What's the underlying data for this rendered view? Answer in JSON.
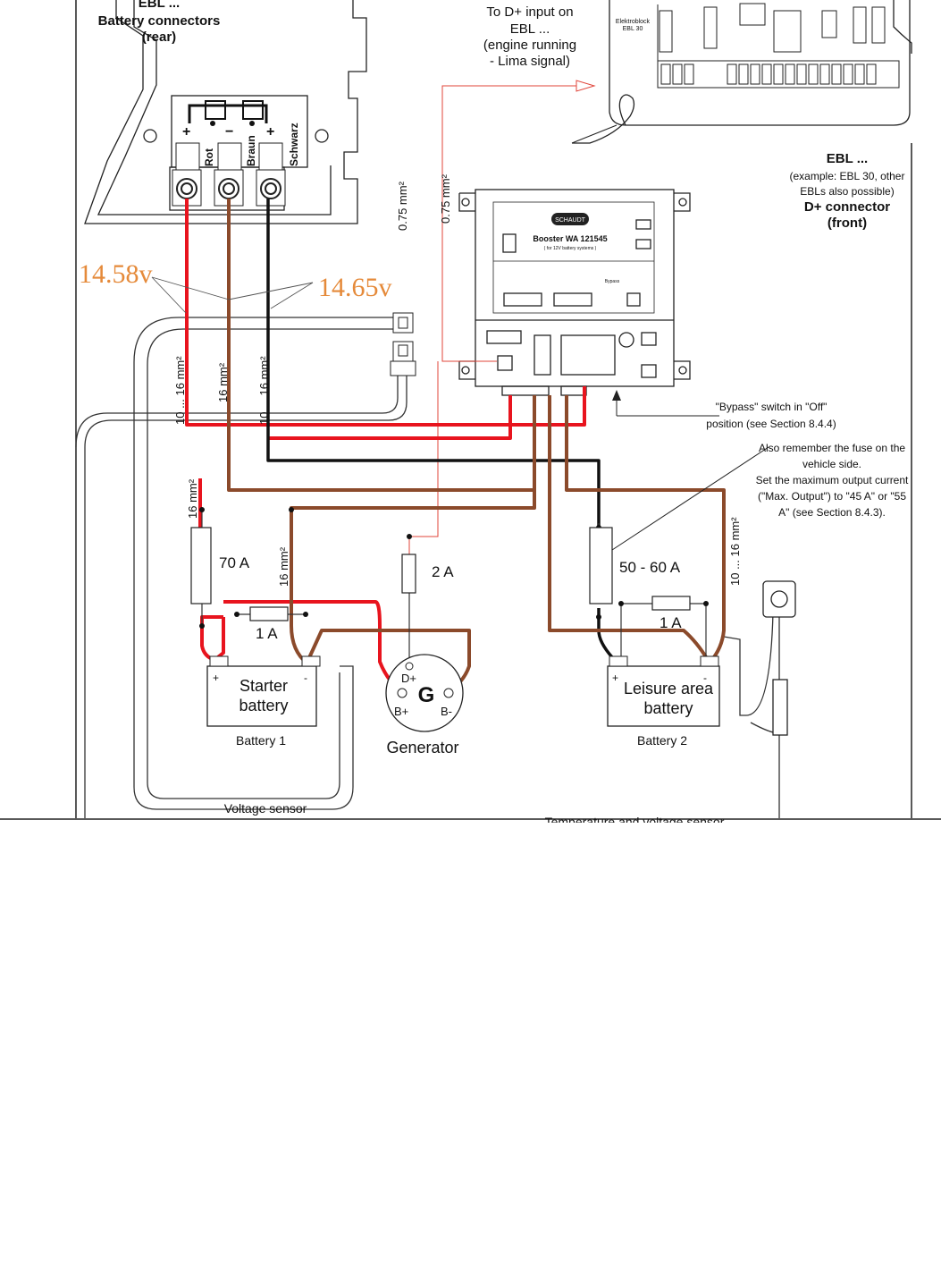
{
  "colors": {
    "red": "#e8141e",
    "brown": "#8b4a2b",
    "black": "#111111",
    "orange": "#e58a3a",
    "thin_red": "#e0443a",
    "gray": "#555555"
  },
  "ebl_rear": {
    "title": "EBL ...",
    "subtitle": "Battery connectors",
    "subtitle2": "(rear)",
    "plus": "+",
    "minus": "−",
    "plus2": "+",
    "rot": "Rot",
    "braun": "Braun",
    "schwarz": "Schwarz"
  },
  "d_plus_note": {
    "line1": "To D+ input on",
    "line2": "EBL ...",
    "line3": "(engine running",
    "line4": "- Lima signal)"
  },
  "ebl_front": {
    "title": "EBL ...",
    "line1": "(example: EBL 30, other",
    "line2": "EBLs also possible)",
    "line3": "D+ connector",
    "line4": "(front)",
    "panel_name": "Elektroblock",
    "panel_model": "EBL 30"
  },
  "booster": {
    "brand": "SCHAUDT",
    "name": "Booster  WA 121545",
    "sub": "( for 12V battery systems )",
    "bypass": "Bypass"
  },
  "wire_labels": {
    "w075a": "0.75 mm²",
    "w075b": "0.75 mm²",
    "w16a": "10 ... 16 mm²",
    "w16b": "16 mm²",
    "w16c": "10 ... 16 mm²",
    "w16d": "16 mm²",
    "w16e": "16 mm²",
    "w16f": "10 ... 16 mm²"
  },
  "voltages": {
    "v1": "14.58v",
    "v2": "14.65v"
  },
  "notes": {
    "bypass1": "\"Bypass\" switch in \"Off\"",
    "bypass2": "position (see Section 8.4.4)",
    "fuse1": "Also remember the fuse on the",
    "fuse2": "vehicle side.",
    "fuse3": "Set the maximum output current",
    "fuse4": "(\"Max. Output\") to \"45 A\" or \"55",
    "fuse5": "A\" (see Section 8.4.3)."
  },
  "fuses": {
    "f70": "70 A",
    "f2": "2 A",
    "f1a": "1 A",
    "f5060": "50 - 60 A",
    "f1b": "1 A"
  },
  "starter_battery": {
    "name1": "Starter",
    "name2": "battery",
    "caption": "Battery 1",
    "plus": "+",
    "minus": "-"
  },
  "leisure_battery": {
    "name1": "Leisure area",
    "name2": "battery",
    "caption": "Battery 2",
    "plus": "+",
    "minus": "-"
  },
  "generator": {
    "letter": "G",
    "dplus": "D+",
    "bplus": "B+",
    "bminus": "B-",
    "caption": "Generator"
  },
  "sensors": {
    "voltage": "Voltage sensor",
    "temp": "Temperature and voltage sensor"
  }
}
